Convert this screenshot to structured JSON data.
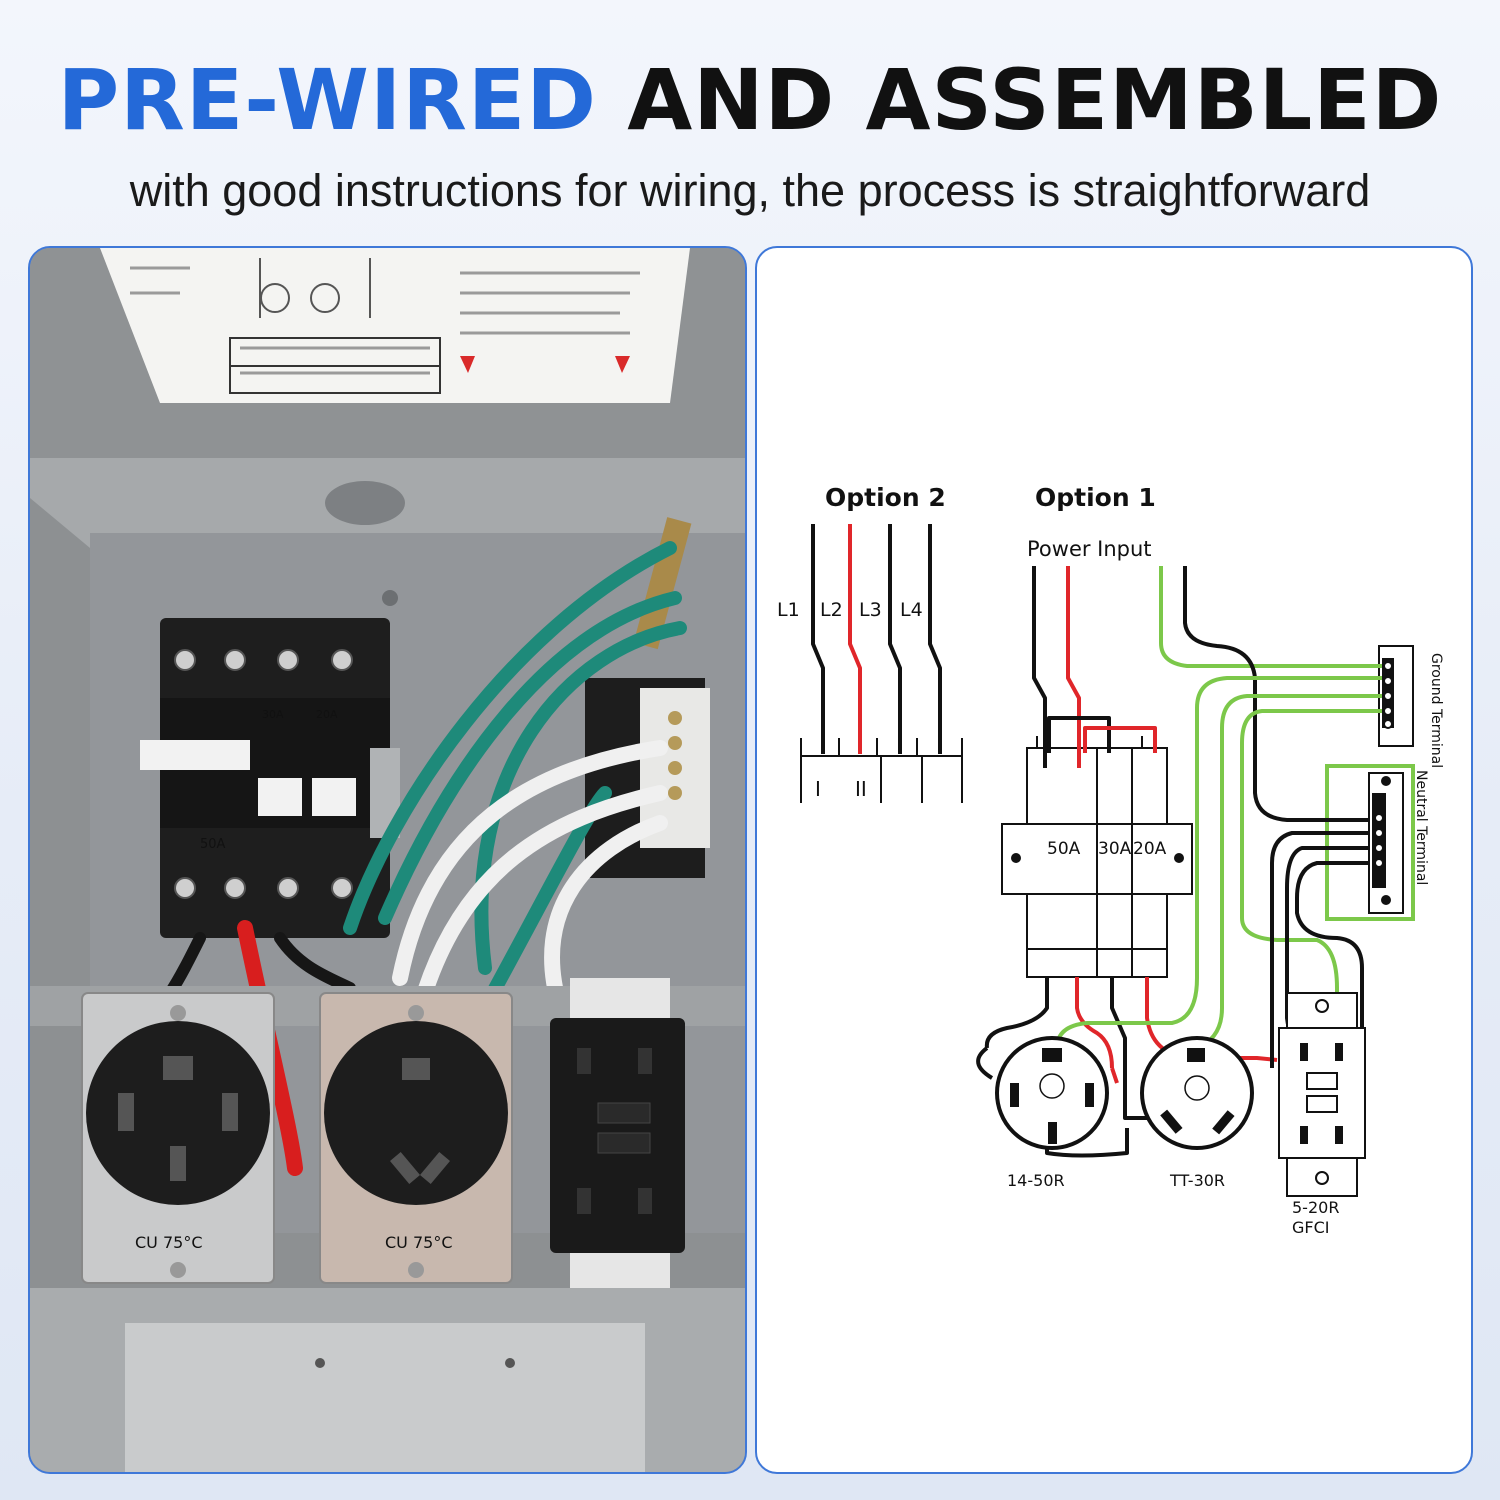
{
  "header": {
    "title_highlight": "PRE-WIRED",
    "title_rest": "AND ASSEMBLED",
    "subtitle": "with good instructions for wiring, the process is straightforward"
  },
  "colors": {
    "accent_blue": "#2469d8",
    "wire_black": "#111111",
    "wire_red": "#e0262a",
    "wire_green": "#7cc84a",
    "panel_border": "#3f78d8"
  },
  "photo": {
    "breaker_ratings": [
      "50A",
      "30A",
      "20A"
    ],
    "receptacle_marking_1": "CU 75°C",
    "receptacle_marking_2": "CU 75°C"
  },
  "diagram": {
    "option2": {
      "title": "Option 2",
      "lines": [
        "L1",
        "L2",
        "L3",
        "L4"
      ],
      "pole_1": "I",
      "pole_2": "II"
    },
    "option1": {
      "title": "Option 1",
      "power_input": "Power Input"
    },
    "breakers": [
      "50A",
      "30A",
      "20A"
    ],
    "ground_terminal": "Ground Terminal",
    "neutral_terminal": "Neutral Terminal",
    "receptacles": [
      {
        "label": "14-50R"
      },
      {
        "label": "TT-30R"
      },
      {
        "label_line1": "5-20R",
        "label_line2": "GFCI"
      }
    ]
  }
}
